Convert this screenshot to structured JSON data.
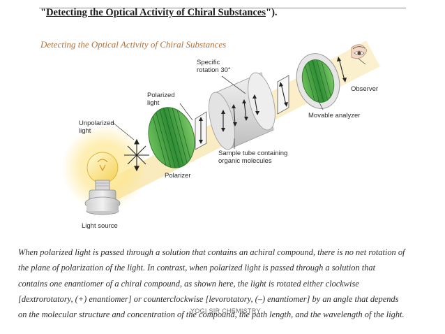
{
  "header": {
    "link_open": "\"",
    "link_text": "Detecting the Optical Activity of Chiral Substances",
    "link_close": "\")."
  },
  "figure": {
    "title": "Detecting the Optical Activity of Chiral Substances",
    "labels": {
      "unpolarized_1": "Unpolarized",
      "unpolarized_2": "light",
      "polarized_1": "Polarized",
      "polarized_2": "light",
      "specific_1": "Specific",
      "specific_2": "rotation 30°",
      "observer": "Observer",
      "movable_analyzer": "Movable analyzer",
      "sample_1": "Sample tube containing",
      "sample_2": "organic molecules",
      "polarizer": "Polarizer",
      "light_source": "Light source"
    }
  },
  "caption": {
    "line_1": "When polarized light is passed through a solution that contains an achiral compound, there is no net rotation of",
    "line_2": "the plane of polarization of the light. In contrast, when polarized light is passed through a solution that",
    "line_3": "contains one enantiomer of a chiral compound, as shown here, the light is rotated either clockwise",
    "line_4": "[dextrorotatory, (+) enantiomer] or counterclockwise [levorotatory, (–) enantiomer] by an angle that depends",
    "line_5": "on the molecular structure and concentration of the compound, the path length, and the wavelength of the light."
  },
  "watermark": "YOGI SIR CHEMISTRY",
  "colors": {
    "beam": "#f6e2a6",
    "polarizer_green": "#3f9b3f",
    "tube_gray": "#dcdcdc",
    "title_orange": "#b0703a"
  }
}
